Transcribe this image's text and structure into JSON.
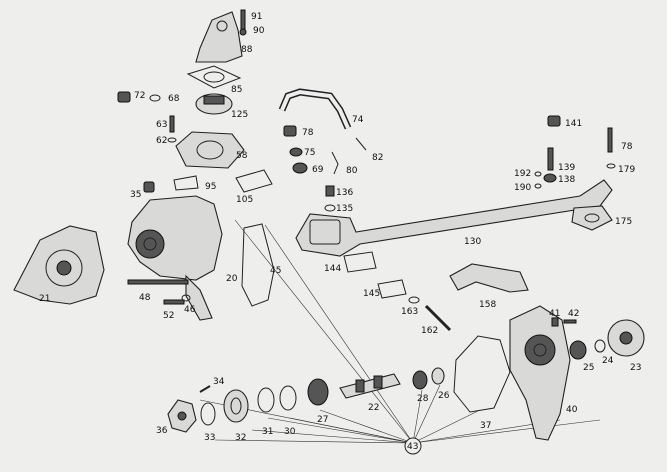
{
  "callouts": [
    {
      "key": "p91",
      "text": "91"
    },
    {
      "key": "p90",
      "text": "90"
    },
    {
      "key": "p88",
      "text": "88"
    },
    {
      "key": "p72",
      "text": "72"
    },
    {
      "key": "p68",
      "text": "68"
    },
    {
      "key": "p85",
      "text": "85"
    },
    {
      "key": "p125",
      "text": "125"
    },
    {
      "key": "p63",
      "text": "63"
    },
    {
      "key": "p62",
      "text": "62"
    },
    {
      "key": "p58",
      "text": "58"
    },
    {
      "key": "p74",
      "text": "74"
    },
    {
      "key": "p78a",
      "text": "78"
    },
    {
      "key": "p75",
      "text": "75"
    },
    {
      "key": "p80",
      "text": "80"
    },
    {
      "key": "p82",
      "text": "82"
    },
    {
      "key": "p69",
      "text": "69"
    },
    {
      "key": "p141",
      "text": "141"
    },
    {
      "key": "p78b",
      "text": "78"
    },
    {
      "key": "p192",
      "text": "192"
    },
    {
      "key": "p139",
      "text": "139"
    },
    {
      "key": "p138",
      "text": "138"
    },
    {
      "key": "p179",
      "text": "179"
    },
    {
      "key": "p190",
      "text": "190"
    },
    {
      "key": "p35",
      "text": "35"
    },
    {
      "key": "p95",
      "text": "95"
    },
    {
      "key": "p105",
      "text": "105"
    },
    {
      "key": "p136",
      "text": "136"
    },
    {
      "key": "p135",
      "text": "135"
    },
    {
      "key": "p175",
      "text": "175"
    },
    {
      "key": "p130",
      "text": "130"
    },
    {
      "key": "p144",
      "text": "144"
    },
    {
      "key": "p21",
      "text": "21"
    },
    {
      "key": "p20",
      "text": "20"
    },
    {
      "key": "p45",
      "text": "45"
    },
    {
      "key": "p48",
      "text": "48"
    },
    {
      "key": "p52",
      "text": "52"
    },
    {
      "key": "p46",
      "text": "46"
    },
    {
      "key": "p145",
      "text": "145"
    },
    {
      "key": "p158",
      "text": "158"
    },
    {
      "key": "p163",
      "text": "163"
    },
    {
      "key": "p162",
      "text": "162"
    },
    {
      "key": "p41",
      "text": "41"
    },
    {
      "key": "p42",
      "text": "42"
    },
    {
      "key": "p25",
      "text": "25"
    },
    {
      "key": "p24",
      "text": "24"
    },
    {
      "key": "p23",
      "text": "23"
    },
    {
      "key": "p34",
      "text": "34"
    },
    {
      "key": "p22",
      "text": "22"
    },
    {
      "key": "p28",
      "text": "28"
    },
    {
      "key": "p26",
      "text": "26"
    },
    {
      "key": "p37",
      "text": "37"
    },
    {
      "key": "p40",
      "text": "40"
    },
    {
      "key": "p27",
      "text": "27"
    },
    {
      "key": "p30",
      "text": "30"
    },
    {
      "key": "p31",
      "text": "31"
    },
    {
      "key": "p32",
      "text": "32"
    },
    {
      "key": "p33",
      "text": "33"
    },
    {
      "key": "p36",
      "text": "36"
    },
    {
      "key": "p43",
      "text": "43"
    }
  ],
  "colors": {
    "background": "#eeeeec",
    "ink": "#222222"
  }
}
